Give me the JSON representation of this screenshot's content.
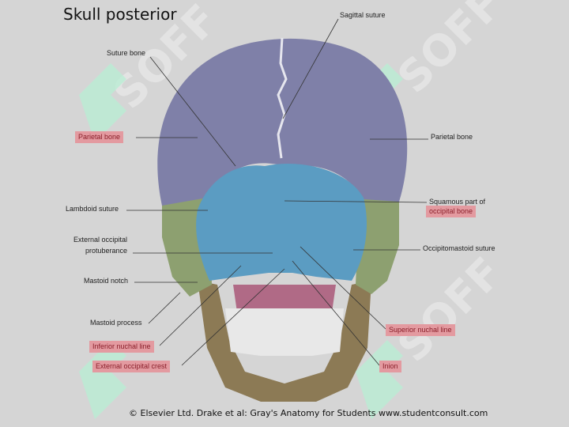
{
  "slide": {
    "title": "Skull posterior",
    "watermark": "SOFF"
  },
  "labels": {
    "sagittal_suture": "Sagittal suture",
    "suture_bone": "Suture bone",
    "parietal_bone_left": "Parietal bone",
    "parietal_bone_right": "Parietal bone",
    "lambdoid_suture": "Lambdoid suture",
    "squamous_line1": "Squamous part of",
    "squamous_line2": "occipital bone",
    "ext_occ_prot_line1": "External occipital",
    "ext_occ_prot_line2": "protuberance",
    "occipitomastoid_suture": "Occipitomastoid suture",
    "mastoid_notch": "Mastoid notch",
    "mastoid_process": "Mastoid process",
    "inferior_nuchal_line": "Inferior nuchal line",
    "external_occipital_crest": "External occipital crest",
    "superior_nuchal_line": "Superior nuchal line",
    "inion": "Inion"
  },
  "credit": "© Elsevier Ltd. Drake et al: Gray's Anatomy for Students www.studentconsult.com",
  "colors": {
    "background": "#d5d5d5",
    "parietal": "#7f80a8",
    "occipital": "#5b9cc2",
    "temporal": "#8da070",
    "mandible": "#8c7a55",
    "highlight": "#e39aa0"
  }
}
